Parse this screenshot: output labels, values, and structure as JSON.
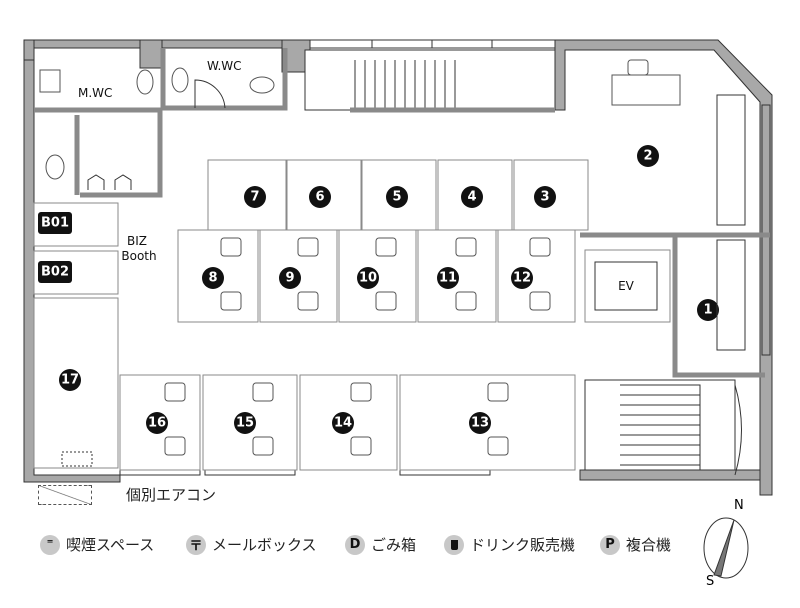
{
  "rooms": {
    "mwc": "M.WC",
    "wwc": "W.WC",
    "biz_booth_1": "BIZ",
    "biz_booth_2": "Booth",
    "b01": "B01",
    "b02": "B02",
    "ev": "EV",
    "offices": [
      "1",
      "2",
      "3",
      "4",
      "5",
      "6",
      "7",
      "8",
      "9",
      "10",
      "11",
      "12",
      "13",
      "14",
      "15",
      "16",
      "17"
    ]
  },
  "legend": {
    "aircon": "個別エアコン",
    "smoking": "喫煙スペース",
    "mailbox": "メールボックス",
    "trash": "ごみ箱",
    "vending": "ドリンク販売機",
    "copier": "複合機",
    "trash_icon": "D",
    "copier_icon": "P",
    "mailbox_icon": "〒"
  },
  "compass": {
    "north": "N",
    "south": "S"
  },
  "colors": {
    "wall": "#a8a8a8",
    "badge": "#111111",
    "legend_icon": "#c8c8c8"
  }
}
